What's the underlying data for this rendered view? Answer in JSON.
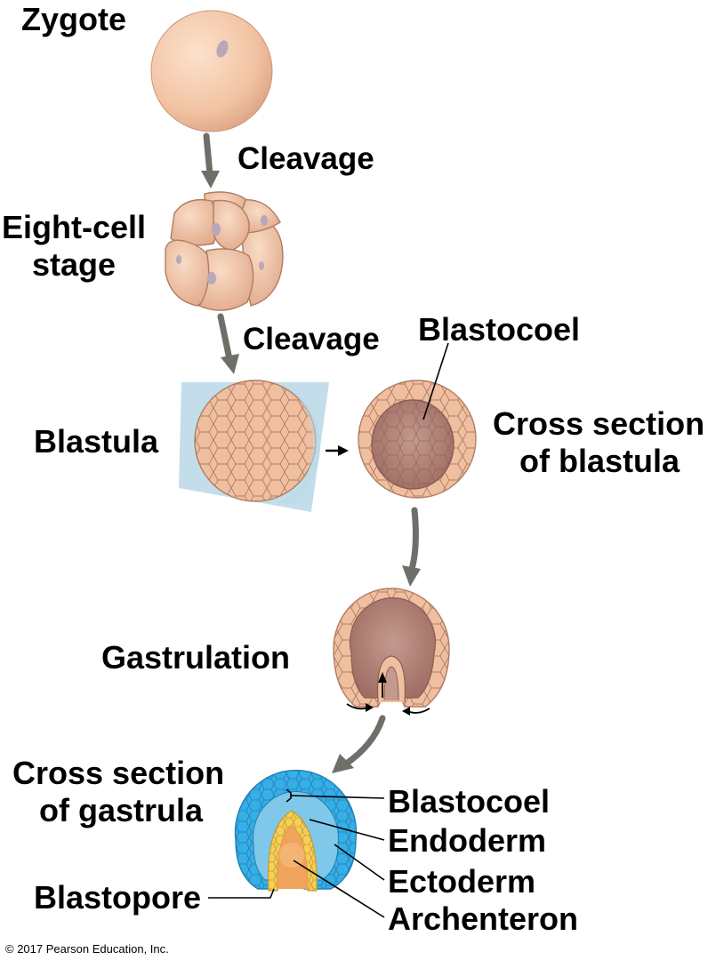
{
  "labels": {
    "zygote": "Zygote",
    "cleavage_1": "Cleavage",
    "eight_cell_1": "Eight-cell",
    "eight_cell_2": "stage",
    "cleavage_2": "Cleavage",
    "blastocoel_top": "Blastocoel",
    "blastula": "Blastula",
    "cross_blastula_1": "Cross section",
    "cross_blastula_2": "of blastula",
    "gastrulation": "Gastrulation",
    "cross_gastrula_1": "Cross section",
    "cross_gastrula_2": "of gastrula",
    "blastocoel_bottom": "Blastocoel",
    "endoderm": "Endoderm",
    "ectoderm": "Ectoderm",
    "archenteron": "Archenteron",
    "blastopore": "Blastopore"
  },
  "copyright": "© 2017 Pearson Education, Inc.",
  "colors": {
    "cell_fill": "#f3c8a9",
    "cell_outline": "#b07c64",
    "blastocoel_fill": "#b98a7e",
    "plane_fill": "#b8d8e6",
    "ectoderm": "#36aee6",
    "endoderm": "#f6cf5a",
    "archenteron": "#f0a35a",
    "arrow": "#6f6f6a"
  }
}
